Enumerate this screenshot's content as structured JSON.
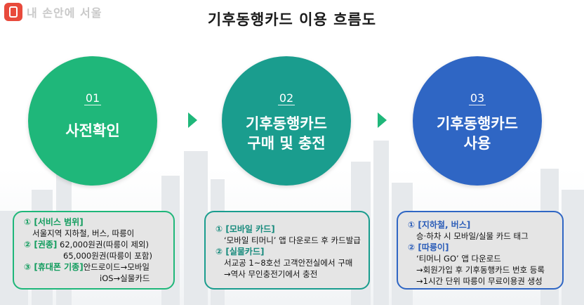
{
  "logo": {
    "text": "내 손안에 서울",
    "icon": "seoul-app-icon"
  },
  "title": "기후동행카드 이용 흐름도",
  "steps": [
    {
      "num": "01",
      "label_line1": "사전확인",
      "label_line2": ""
    },
    {
      "num": "02",
      "label_line1": "기후동행카드",
      "label_line2": "구매 및 충전"
    },
    {
      "num": "03",
      "label_line1": "기후동행카드",
      "label_line2": "사용"
    }
  ],
  "colors": {
    "step1": "#1fb77a",
    "step2": "#1a9d8e",
    "step3": "#2f66c4",
    "box_bg": "#e5e5e5"
  },
  "box1": {
    "h1": "① [서비스 범위]",
    "t1": "서울지역 지하철, 버스, 따릉이",
    "h2": "② [권종]",
    "t2": "62,000원권(따릉이 제외)",
    "t3": "65,000원권(따릉이 포함)",
    "h3": "③ [휴대폰 기종]",
    "t4": "안드로이드→모바일",
    "t5": "iOS→실물카드"
  },
  "box2": {
    "h1": "① [모바일 카드]",
    "t1": "‘모바일 티머니’ 앱 다운로드 후 카드발급",
    "h2": "② [실물카드]",
    "t2": "서교공 1~8호선 고객안전실에서 구매",
    "t3": "→역사 무인충전기에서 충전"
  },
  "box3": {
    "h1": "① [지하철, 버스]",
    "t1": "승·하차 시 모바일/실물 카드 태그",
    "h2": "② [따릉이]",
    "t2": "‘티머니 GO’ 앱 다운로드",
    "t3": "→회원가입 후 기후동행카드 번호 등록",
    "t4": "→1시간 단위 따릉이 무료이용권 생성"
  }
}
